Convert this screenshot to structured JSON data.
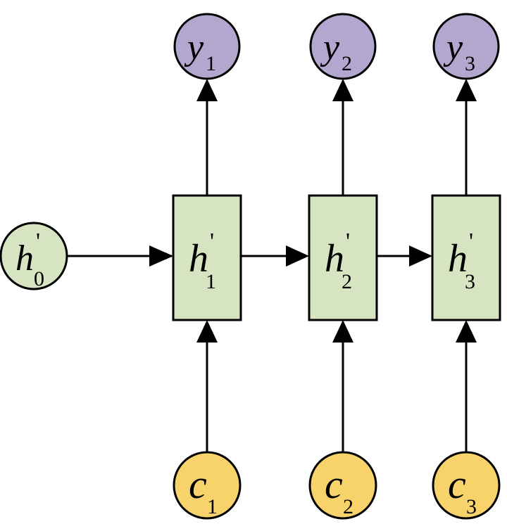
{
  "colors": {
    "output_fill": "#b4a7cf",
    "hidden_fill": "#d7e4c1",
    "input_fill": "#f8d26a",
    "stroke": "#000000"
  },
  "initial_state": {
    "base": "h",
    "prime": "'",
    "sub": "0"
  },
  "steps": [
    {
      "output": {
        "base": "y",
        "sub": "1"
      },
      "hidden": {
        "base": "h",
        "prime": "'",
        "sub": "1"
      },
      "input": {
        "base": "c",
        "sub": "1"
      }
    },
    {
      "output": {
        "base": "y",
        "sub": "2"
      },
      "hidden": {
        "base": "h",
        "prime": "'",
        "sub": "2"
      },
      "input": {
        "base": "c",
        "sub": "2"
      }
    },
    {
      "output": {
        "base": "y",
        "sub": "3"
      },
      "hidden": {
        "base": "h",
        "prime": "'",
        "sub": "3"
      },
      "input": {
        "base": "c",
        "sub": "3"
      }
    }
  ]
}
